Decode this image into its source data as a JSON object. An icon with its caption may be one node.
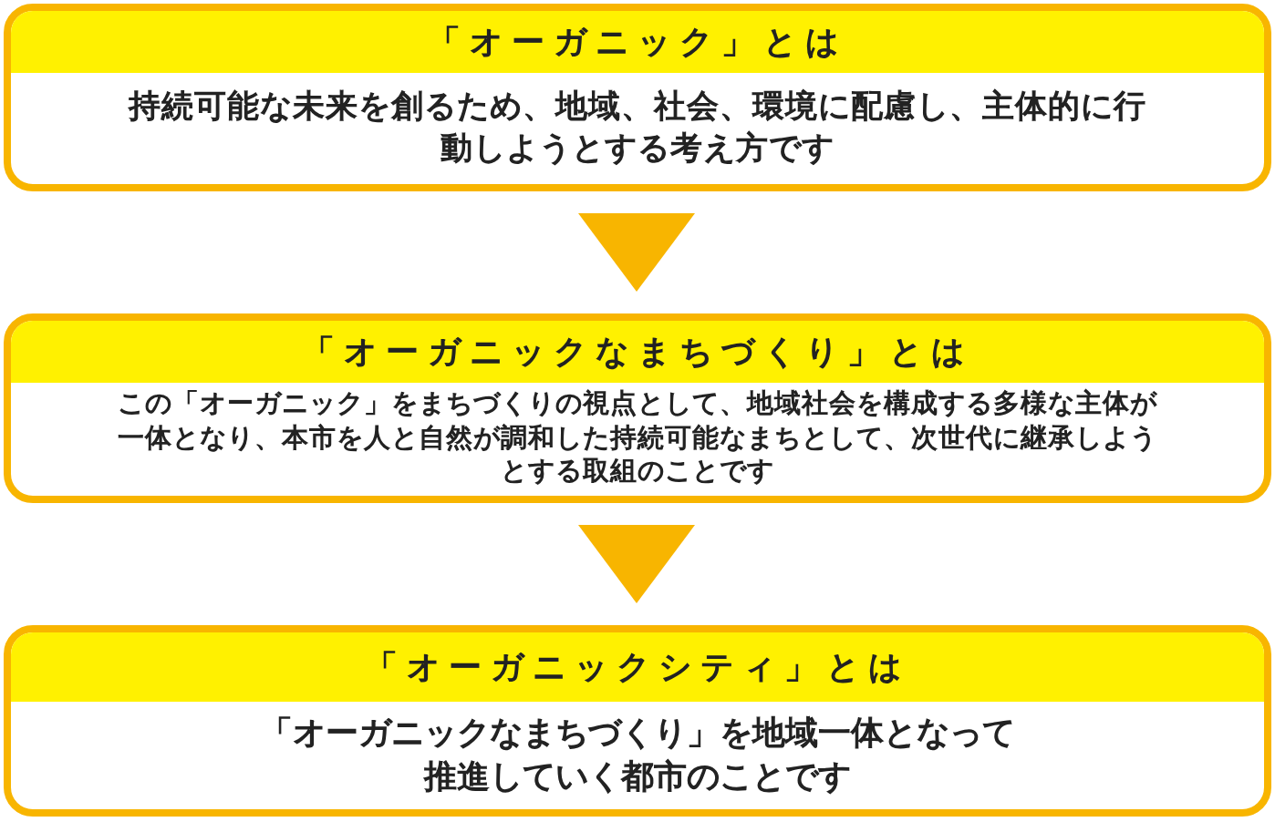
{
  "diagram": {
    "nodes": [
      {
        "text": [
          "「オーガニック」とは",
          "持続可能な未来を創るため、地域、社会、環境に配慮し、主体的に行動しようとする考え方です"
        ]
      },
      {
        "text": [
          "「オーガニックなまちづくり」とは",
          "この「オーガニック」をまちづくりの視点として、地域社会を構成する多様な主体が一体となり、本市を人と自然が調和した持続可能なまちとして、次世代に継承しようとする取組のことです"
        ]
      },
      {
        "text": [
          "「オーガニックシティ」とは",
          "「オーガニックなまちづくり」を地域一体となって推進していく都市のことです"
        ]
      }
    ],
    "edges": [
      {
        "from": 0,
        "to": 1,
        "arrow": "to"
      },
      {
        "from": 1,
        "to": 2,
        "arrow": "to"
      }
    ]
  }
}
